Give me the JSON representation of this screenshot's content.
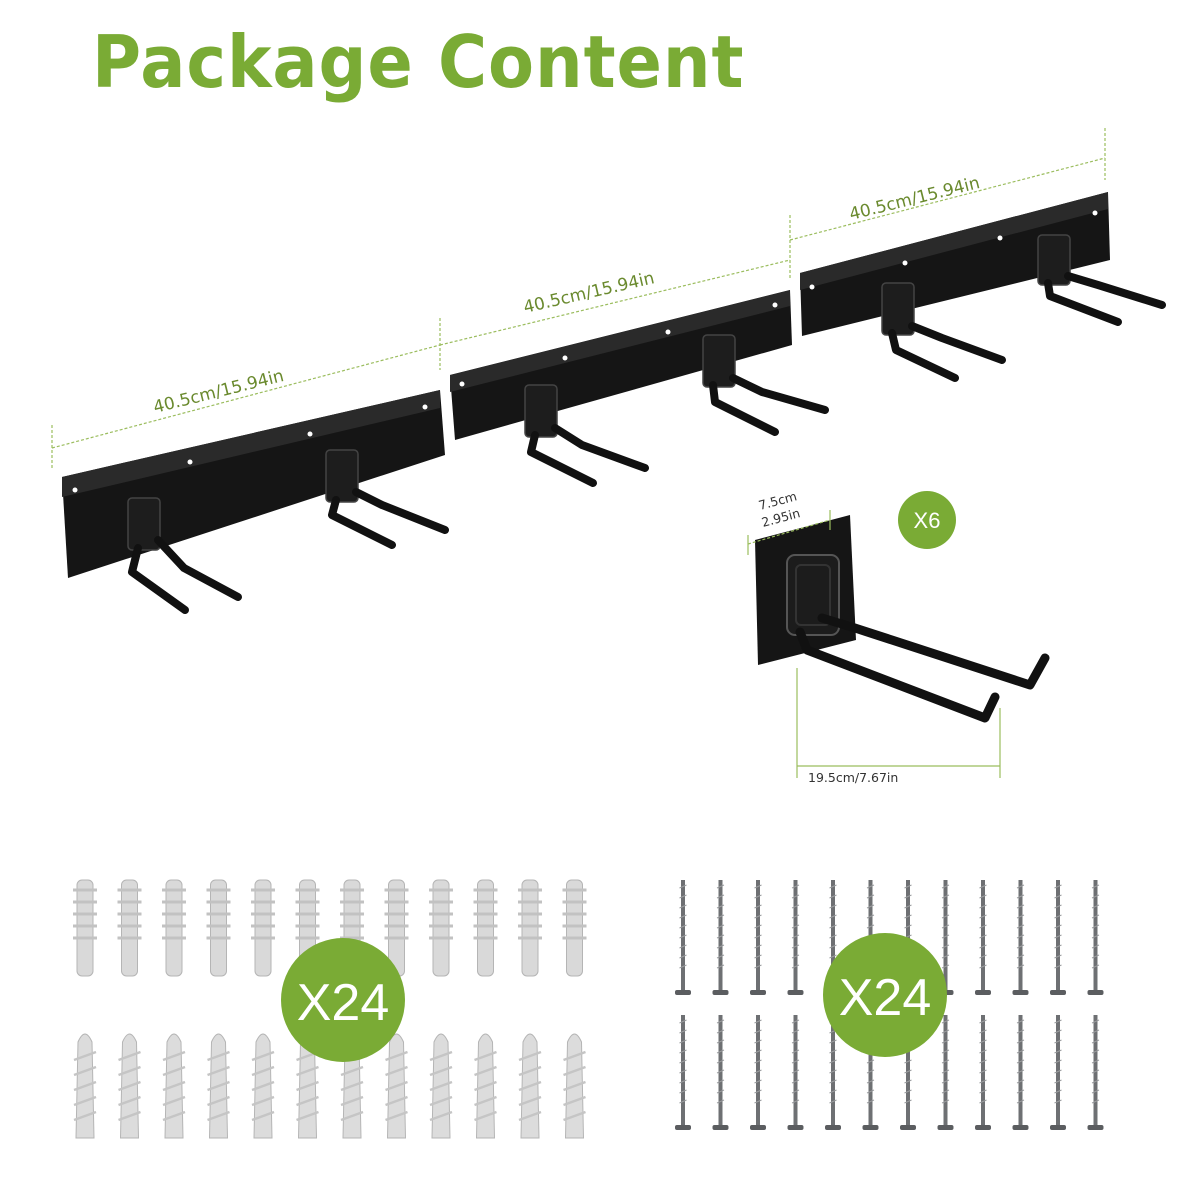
{
  "title": "Package Content",
  "rail_dims": [
    "40.5cm/15.94in",
    "40.5cm/15.94in",
    "40.5cm/15.94in"
  ],
  "hook": {
    "width_cm_in": "7.5cm\n2.95in",
    "width_line1": "7.5cm",
    "width_line2": "2.95in",
    "length": "19.5cm/7.67in",
    "quantity": "X6"
  },
  "anchors": {
    "quantity": "X24"
  },
  "screws": {
    "quantity": "X24"
  },
  "colors": {
    "accent": "#7aab35",
    "badge": "#7aab35",
    "metal": "#151515",
    "plastic": "#d8d8d8",
    "screw": "#6e7073"
  }
}
